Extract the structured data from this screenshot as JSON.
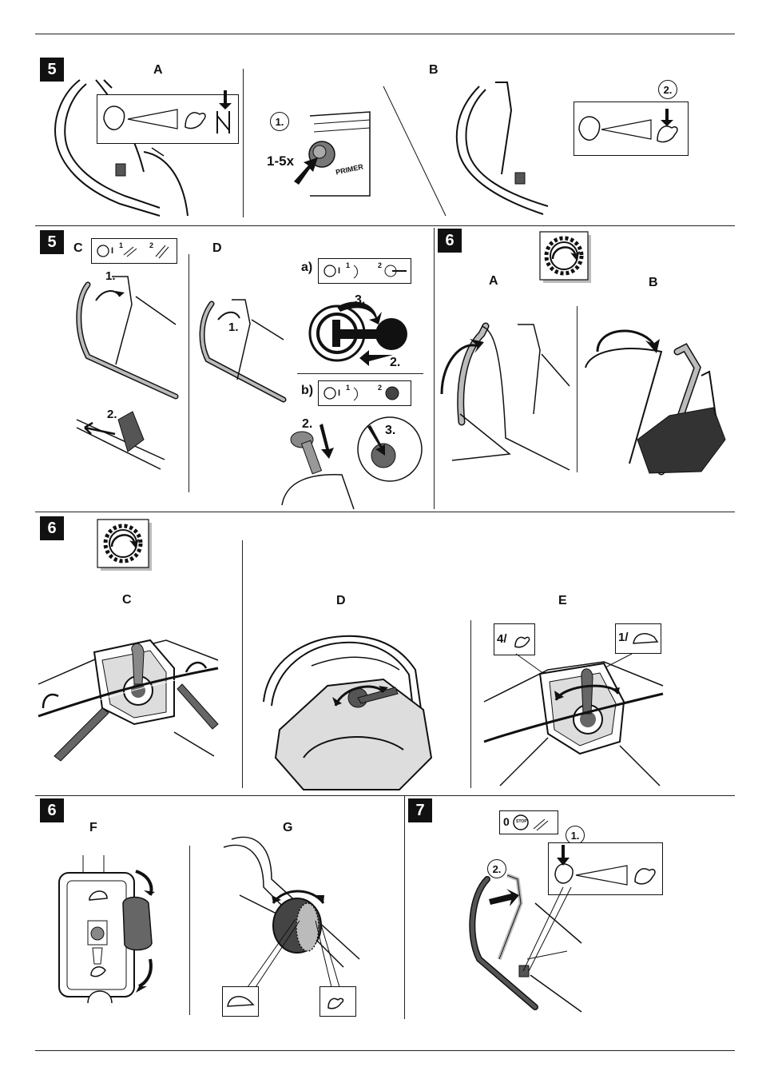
{
  "steps": {
    "s5a": "5",
    "s5b": "5",
    "s6a": "6",
    "s6b": "6",
    "s6c": "6",
    "s7": "7"
  },
  "labels": {
    "A1": "A",
    "B1": "B",
    "C1": "C",
    "D1": "D",
    "A2": "A",
    "B2": "B",
    "C2": "C",
    "D2": "D",
    "E2": "E",
    "F2": "F",
    "G2": "G"
  },
  "callouts": {
    "one": "1.",
    "two": "2.",
    "three": "3.",
    "circ1": "1.",
    "circ2": "2.",
    "circ1b": "1.",
    "circ2b": "2.",
    "primer_count": "1-5x",
    "primer_word": "PRIMER",
    "sub_a": "a)",
    "sub_b": "b)",
    "speed_fast": "4/",
    "speed_slow": "1/",
    "stop_zero": "0",
    "stop_word": "STOP"
  },
  "icon_strip": {
    "one": "1",
    "two": "2",
    "I": "I"
  },
  "colors": {
    "line": "#111111",
    "fill_gray": "#888888",
    "fill_dark": "#444444",
    "highlight": "#bdbdbd"
  }
}
